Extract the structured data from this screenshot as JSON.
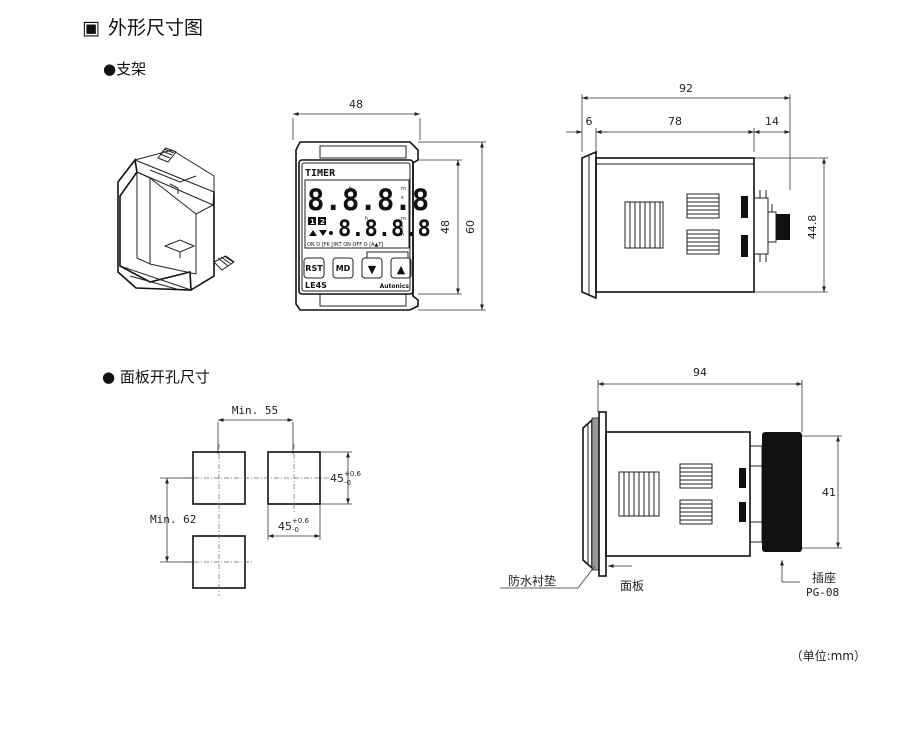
{
  "headings": {
    "main_marker": "▣",
    "main_title": "外形尺寸图",
    "bracket_title": "●支架",
    "cutout_title": "● 面板开孔尺寸"
  },
  "front_view": {
    "width_dim": "48",
    "inner_height_dim": "48",
    "outer_height_dim": "60",
    "brand_label": "TIMER",
    "display_top": "8.8.8.8",
    "display_bottom": "8.8.8.8",
    "unit_h": "h",
    "unit_m": "m",
    "unit_s": "s",
    "ind_1": "1",
    "ind_2": "2",
    "status_row": "ON D [FK [INT ON OFF D [A▲T]",
    "btn_rst": "RST",
    "btn_md": "MD",
    "btn_down": "▼",
    "btn_up": "▲",
    "model": "LE4S",
    "maker": "Autonics"
  },
  "side_view": {
    "total_dim": "92",
    "front_dim": "6",
    "body_dim": "78",
    "rear_dim": "14",
    "height_dim": "44.8"
  },
  "cutout": {
    "min_h": "Min. 55",
    "min_v": "Min. 62",
    "size_h": "45",
    "size_v": "45",
    "tol_plus": "+0.6",
    "tol_minus": "-0"
  },
  "mount_view": {
    "total_dim": "94",
    "height_dim": "41",
    "gasket_label": "防水衬垫",
    "panel_label": "面板",
    "socket_label": "插座",
    "socket_model": "PG-08"
  },
  "unit_note": "（单位:mm）"
}
